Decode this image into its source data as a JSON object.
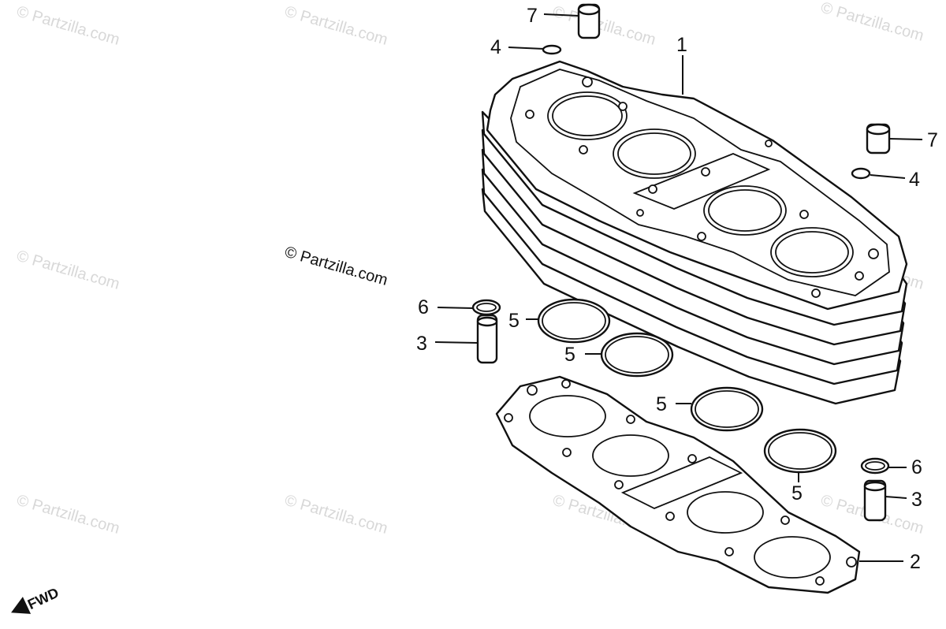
{
  "watermark_text": "© Partzilla.com",
  "credit_text": "© Partzilla.com",
  "fwd_label": "FWD",
  "callouts": {
    "c1": "1",
    "c2": "2",
    "c3a": "3",
    "c3b": "3",
    "c4a": "4",
    "c4b": "4",
    "c5a": "5",
    "c5b": "5",
    "c5c": "5",
    "c5d": "5",
    "c6a": "6",
    "c6b": "6",
    "c7a": "7",
    "c7b": "7"
  }
}
